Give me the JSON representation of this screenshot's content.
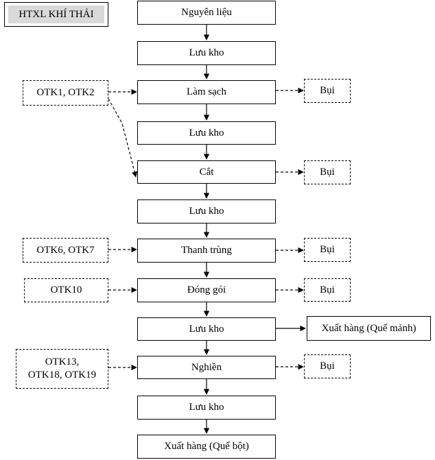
{
  "legend": {
    "label": "HTXL KHÍ THẢI"
  },
  "process_steps": [
    "Nguyên liệu",
    "Lưu kho",
    "Làm sạch",
    "Lưu kho",
    "Cắt",
    "Lưu kho",
    "Thanh trùng",
    "Đóng gói",
    "Lưu kho",
    "Nghiền",
    "Lưu kho",
    "Xuất hàng (Quế bột)"
  ],
  "inputs": [
    "OTK1, OTK2",
    "OTK6, OTK7",
    "OTK10",
    "OTK13,\nOTK18, OTK19"
  ],
  "emissions": [
    "Bụi",
    "Bụi",
    "Bụi",
    "Bụi",
    "Bụi"
  ],
  "side_output": "Xuất hàng (Quế mảnh)"
}
